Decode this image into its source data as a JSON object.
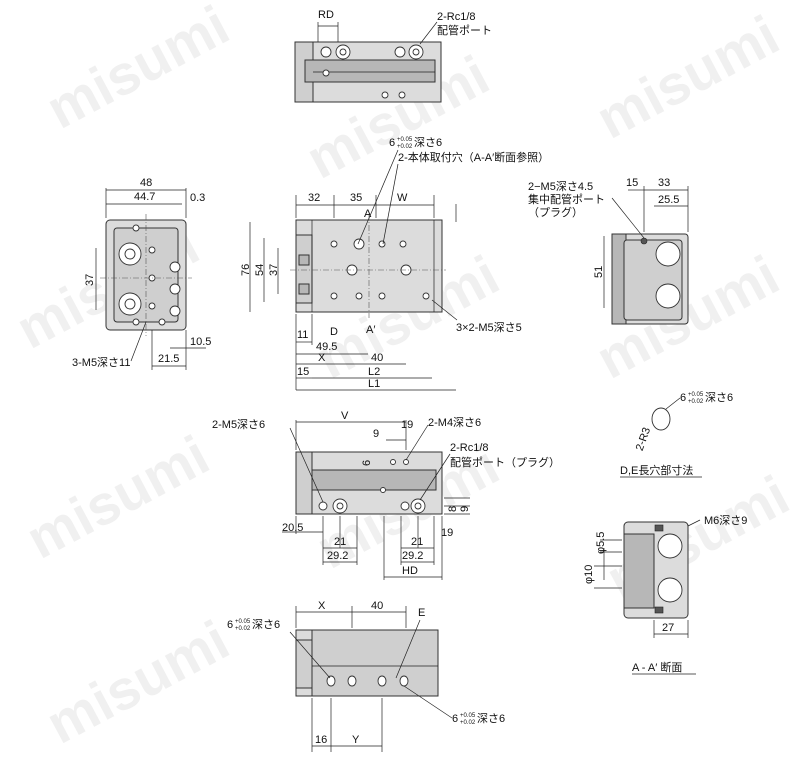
{
  "watermark": "misumi",
  "side_top": {
    "rd": "RD",
    "port_qty": "2-Rc1/8",
    "port_name": "配管ポート"
  },
  "front": {
    "top_dim": "6",
    "tol_plus": "+0.05",
    "tol_zero": "+0.02",
    "depth_word": "深さ6",
    "mount_note": "2-本体取付穴（A-A′断面参照）",
    "d32": "32",
    "d35": "35",
    "w": "W",
    "a": "A",
    "a_prime": "A′",
    "d": "D",
    "d76": "76",
    "d54": "54",
    "d37": "37",
    "d11": "11",
    "d495": "49.5",
    "x": "X",
    "d40": "40",
    "d15": "15",
    "l2": "L2",
    "l1": "L1",
    "m5_note": "3×2-M5深さ5"
  },
  "end_left": {
    "d48": "48",
    "d447": "44.7",
    "d03": "0.3",
    "d37": "37",
    "d105": "10.5",
    "d215": "21.5",
    "m5_note": "3-M5深さ11"
  },
  "end_right": {
    "m5_note": "2−M5深さ4.5",
    "port_note": "集中配管ポート",
    "plug": "（プラグ）",
    "d15": "15",
    "d33": "33",
    "d255": "25.5",
    "d51": "51"
  },
  "slot_detail": {
    "dim": "6",
    "depth_word": "深さ6",
    "r3": "2-R3",
    "caption": "D,E長穴部寸法"
  },
  "bottom_view": {
    "v": "V",
    "d9": "9",
    "d19": "19",
    "m5_note": "2-M5深さ6",
    "m4_note": "2-M4深さ6",
    "port_qty": "2-Rc1/8",
    "port_name": "配管ポート（プラグ）",
    "d6": "6",
    "d205": "20.5",
    "d21a": "21",
    "d292a": "29.2",
    "d21b": "21",
    "d292b": "29.2",
    "hd": "HD",
    "d8": "8",
    "d9b": "9",
    "d19b": "19"
  },
  "section": {
    "m6_note": "M6深さ9",
    "d55": "φ5.5",
    "d10": "φ10",
    "d27": "27",
    "caption": "A - A′ 断面"
  },
  "base_view": {
    "x": "X",
    "d40": "40",
    "e": "E",
    "d16": "16",
    "y": "Y",
    "d6a": "6",
    "d6b": "6",
    "depth_word": "深さ6"
  }
}
